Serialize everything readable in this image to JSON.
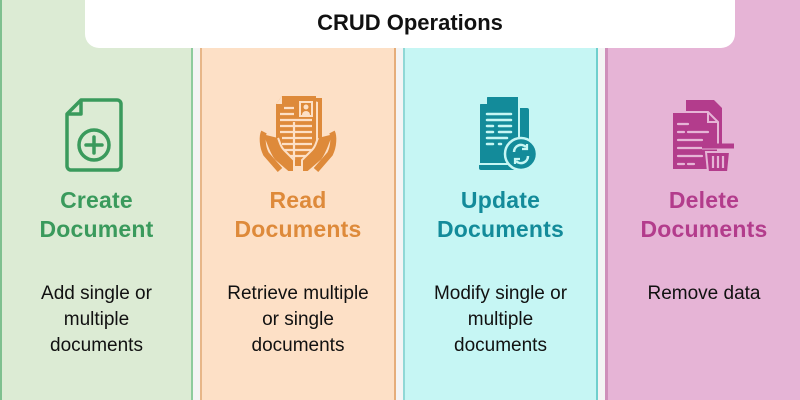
{
  "header": {
    "title": "CRUD Operations"
  },
  "colors": {
    "create": "#3a9a5c",
    "read": "#de8a3a",
    "update": "#138b9a",
    "delete": "#b33c8c"
  },
  "operations": [
    {
      "key": "create",
      "icon": "document-plus-icon",
      "title_line1": "Create",
      "title_line2": "Document",
      "desc_line1": "Add single or",
      "desc_line2": "multiple",
      "desc_line3": "documents"
    },
    {
      "key": "read",
      "icon": "document-held-in-hands-icon",
      "title_line1": "Read",
      "title_line2": "Documents",
      "desc_line1": "Retrieve multiple",
      "desc_line2": "or single",
      "desc_line3": "documents"
    },
    {
      "key": "update",
      "icon": "documents-refresh-icon",
      "title_line1": "Update",
      "title_line2": "Documents",
      "desc_line1": "Modify single or",
      "desc_line2": "multiple",
      "desc_line3": "documents"
    },
    {
      "key": "delete",
      "icon": "documents-trash-icon",
      "title_line1": "Delete",
      "title_line2": "Documents",
      "desc_line1": "Remove data",
      "desc_line2": "",
      "desc_line3": ""
    }
  ]
}
